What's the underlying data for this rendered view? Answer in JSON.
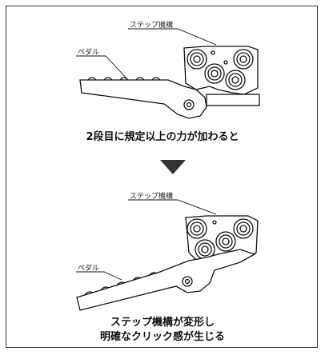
{
  "diagram": {
    "top": {
      "step_label": "ステップ機構",
      "pedal_label": "ペダル",
      "caption": "2段目に規定以上の力が加わると"
    },
    "bottom": {
      "step_label": "ステップ機構",
      "pedal_label": "ペダル",
      "caption_line1": "ステップ機構が変形し",
      "caption_line2": "明確なクリック感が生じる"
    },
    "arrow_color": "#333333"
  }
}
